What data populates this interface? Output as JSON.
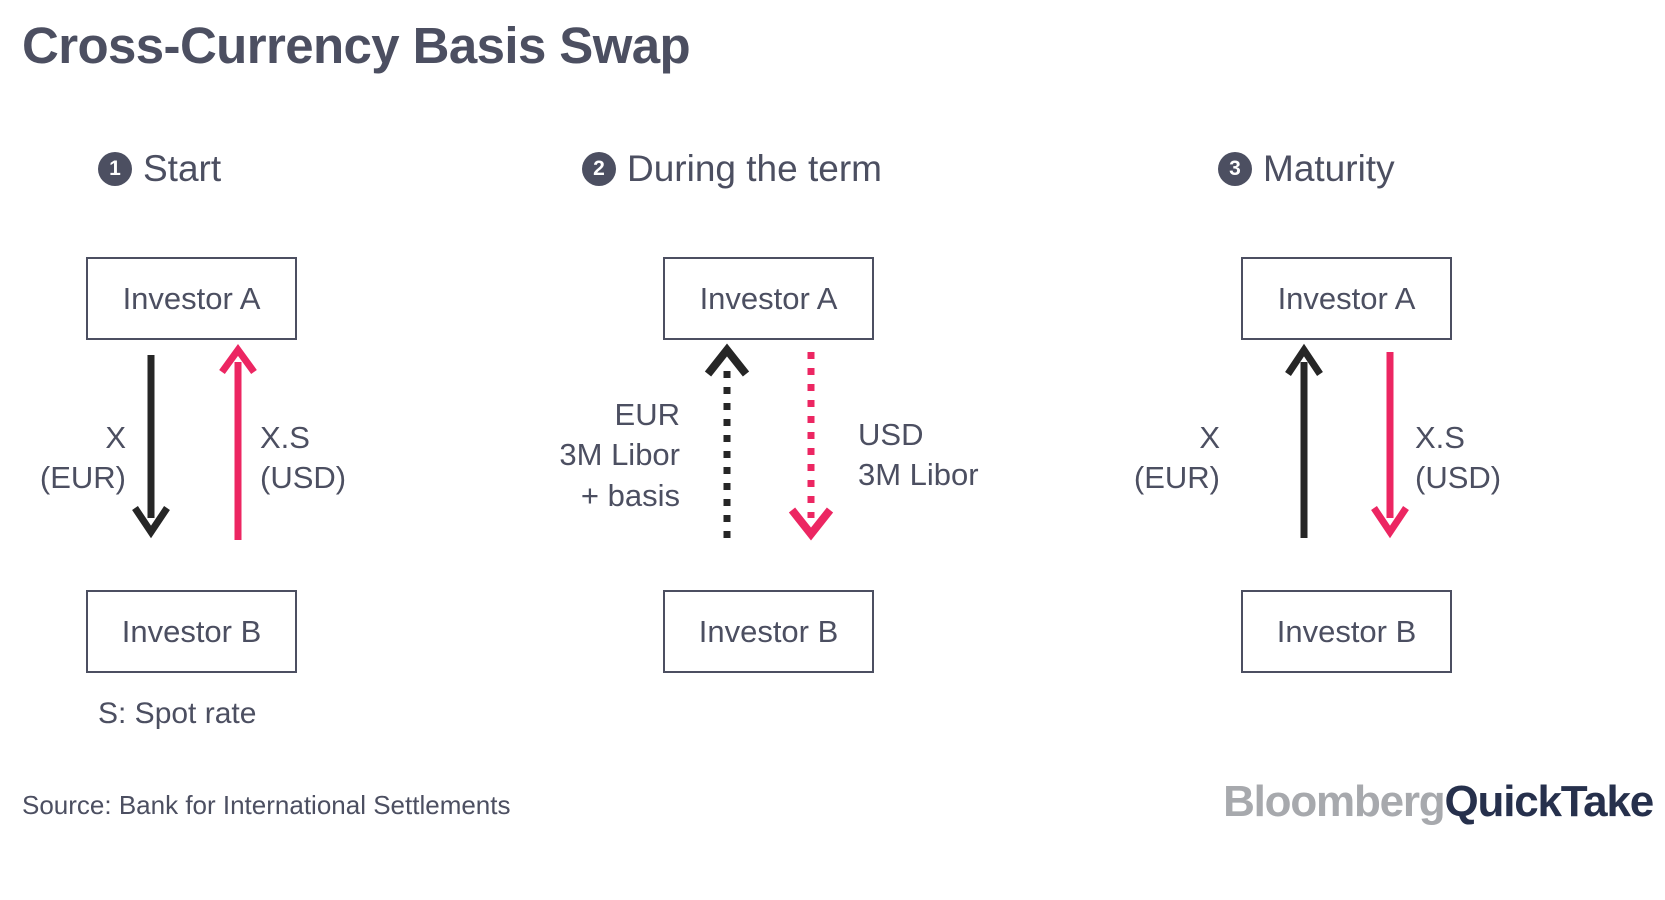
{
  "title": "Cross-Currency Basis Swap",
  "colors": {
    "ink": "#4c4f61",
    "black_arrow": "#262626",
    "pink_arrow": "#ec2662",
    "badge_bg": "#4c4f61",
    "background": "#ffffff",
    "logo_bloomberg": "#a7a9ad",
    "logo_quicktake": "#26304c"
  },
  "panels": [
    {
      "step": "1",
      "heading": "Start",
      "box_top": "Investor A",
      "box_bottom": "Investor B",
      "flows": [
        {
          "name": "principal-eur",
          "label_lines": [
            "X",
            "(EUR)"
          ],
          "side": "left",
          "direction": "down",
          "style": "solid",
          "color": "#262626"
        },
        {
          "name": "principal-usd",
          "label_lines": [
            "X.S",
            "(USD)"
          ],
          "side": "right",
          "direction": "up",
          "style": "solid",
          "color": "#ec2662"
        }
      ]
    },
    {
      "step": "2",
      "heading": "During the term",
      "box_top": "Investor A",
      "box_bottom": "Investor B",
      "flows": [
        {
          "name": "interest-eur",
          "label_lines": [
            "EUR",
            "3M Libor",
            "+ basis"
          ],
          "side": "left",
          "direction": "up",
          "style": "dashed",
          "color": "#262626"
        },
        {
          "name": "interest-usd",
          "label_lines": [
            "USD",
            "3M Libor"
          ],
          "side": "right",
          "direction": "down",
          "style": "dashed",
          "color": "#ec2662"
        }
      ]
    },
    {
      "step": "3",
      "heading": "Maturity",
      "box_top": "Investor A",
      "box_bottom": "Investor B",
      "flows": [
        {
          "name": "reexchange-eur",
          "label_lines": [
            "X",
            "(EUR)"
          ],
          "side": "left",
          "direction": "up",
          "style": "solid",
          "color": "#262626"
        },
        {
          "name": "reexchange-usd",
          "label_lines": [
            "X.S",
            "(USD)"
          ],
          "side": "right",
          "direction": "down",
          "style": "solid",
          "color": "#ec2662"
        }
      ]
    }
  ],
  "spot_note": "S: Spot rate",
  "source": "Source: Bank for International Settlements",
  "logo": {
    "first": "Bloomberg",
    "second": "QuickTake"
  }
}
